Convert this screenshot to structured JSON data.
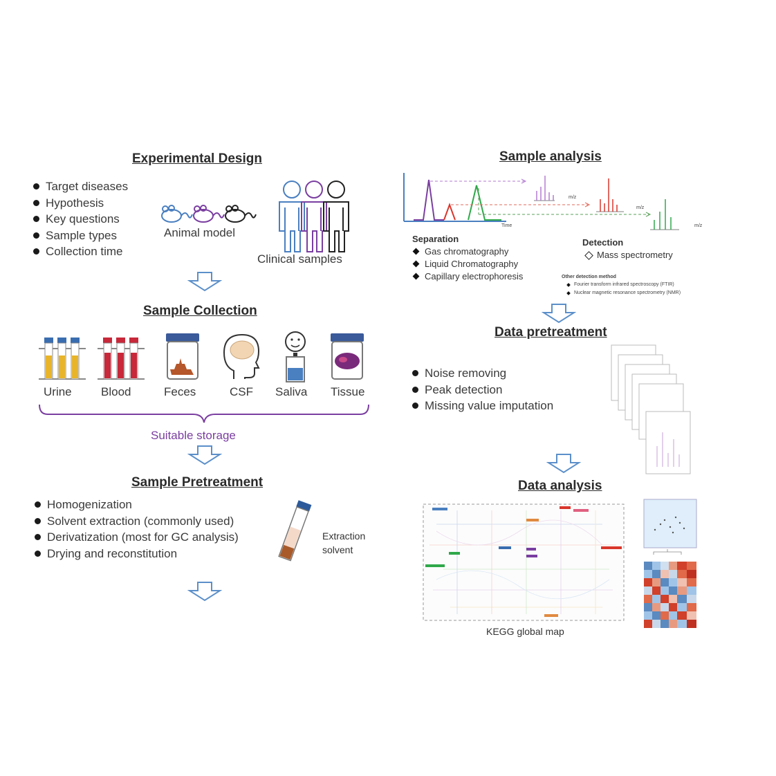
{
  "experimental_design": {
    "title": "Experimental Design",
    "bullets": [
      "Target diseases",
      "Hypothesis",
      "Key questions",
      "Sample types",
      "Collection time"
    ],
    "animal_label": "Animal model",
    "clinical_label": "Clinical samples"
  },
  "sample_collection": {
    "title": "Sample Collection",
    "samples": [
      "Urine",
      "Blood",
      "Feces",
      "CSF",
      "Saliva",
      "Tissue"
    ],
    "storage_label": "Suitable storage"
  },
  "sample_pretreatment": {
    "title": "Sample Pretreatment",
    "bullets": [
      "Homogenization",
      "Solvent extraction (commonly used)",
      "Derivatization (most for GC analysis)",
      "Drying and reconstitution"
    ],
    "extraction_label_1": "Extraction",
    "extraction_label_2": "solvent"
  },
  "sample_analysis": {
    "title": "Sample analysis",
    "chrom_axis": "Time",
    "ms_axis": "m/z",
    "separation_title": "Separation",
    "separation_items": [
      "Gas chromatography",
      "Liquid Chromatography",
      "Capillary electrophoresis"
    ],
    "detection_title": "Detection",
    "detection_item": "Mass spectrometry",
    "other_title": "Other detection method",
    "other_items": [
      "Fourier transform infrared spectroscopy (FTIR)",
      "Nuclear magnetic resonance spectrometry (NMR)"
    ]
  },
  "data_pretreatment": {
    "title": "Data pretreatment",
    "bullets": [
      "Noise removing",
      "Peak detection",
      "Missing value imputation"
    ]
  },
  "data_analysis": {
    "title": "Data analysis",
    "map_label": "KEGG global map"
  },
  "colors": {
    "arrow": "#5b8fc9",
    "purple": "#7a3ea0",
    "red": "#d9362b",
    "green": "#2fa84a",
    "blue": "#4a7fc0",
    "black": "#222222",
    "urine": "#e8b42a",
    "blood": "#c8283a",
    "feces": "#b5572a",
    "tissue": "#7a2a7a"
  }
}
